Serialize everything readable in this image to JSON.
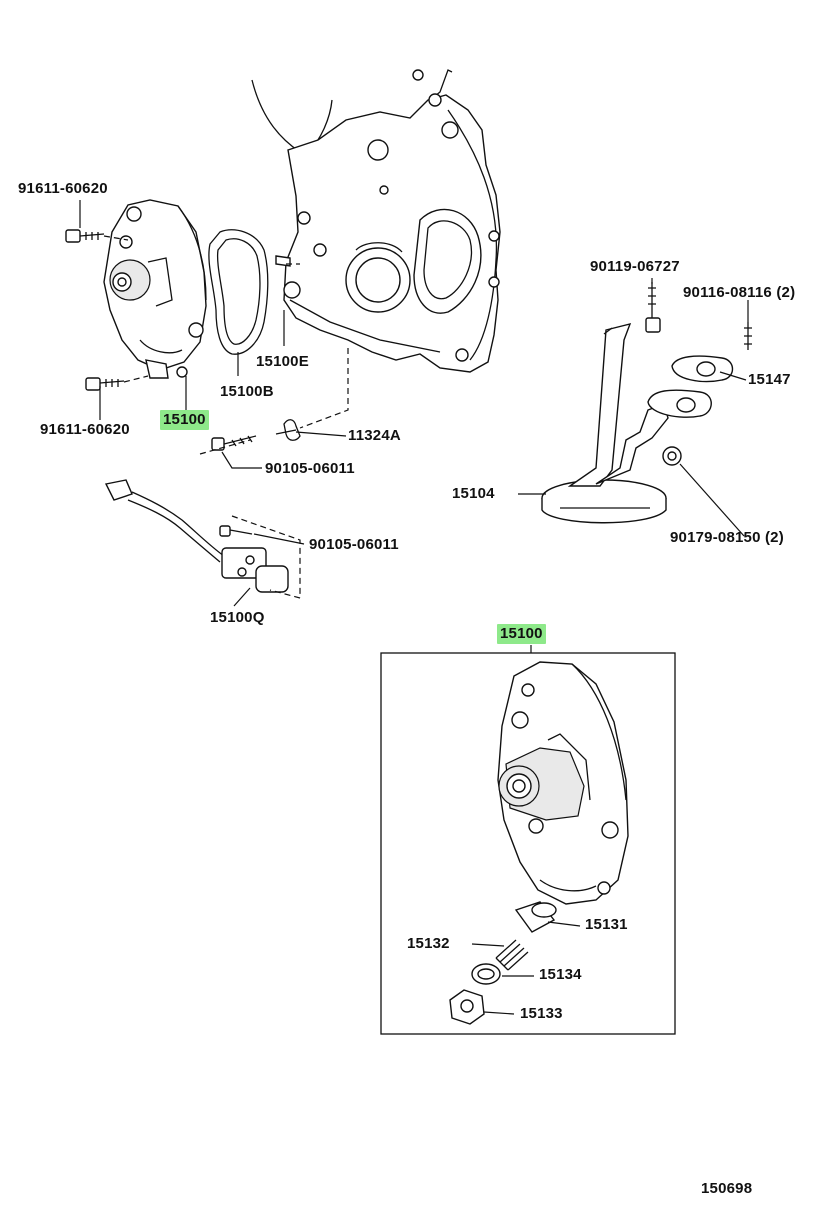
{
  "diagram": {
    "drawing_number": "150698",
    "callouts": [
      {
        "id": "bolt_upper",
        "text": "91611-60620",
        "highlight": false
      },
      {
        "id": "bolt_lower",
        "text": "91611-60620",
        "highlight": false
      },
      {
        "id": "pump_left",
        "text": "15100",
        "highlight": true
      },
      {
        "id": "gasket",
        "text": "15100B",
        "highlight": false
      },
      {
        "id": "cover",
        "text": "15100E",
        "highlight": false
      },
      {
        "id": "clamp",
        "text": "11324A",
        "highlight": false
      },
      {
        "id": "bolt_clamp",
        "text": "90105-06011",
        "highlight": false
      },
      {
        "id": "bolt_sensor",
        "text": "90105-06011",
        "highlight": false
      },
      {
        "id": "sensor",
        "text": "15100Q",
        "highlight": false
      },
      {
        "id": "stud_bolt",
        "text": "90119-06727",
        "highlight": false
      },
      {
        "id": "stud_small",
        "text": "90116-08116 (2)",
        "highlight": false
      },
      {
        "id": "strainer_gasket",
        "text": "15147",
        "highlight": false
      },
      {
        "id": "strainer",
        "text": "15104",
        "highlight": false
      },
      {
        "id": "nut",
        "text": "90179-08150 (2)",
        "highlight": false
      },
      {
        "id": "pump_right",
        "text": "15100",
        "highlight": true
      },
      {
        "id": "piston",
        "text": "15131",
        "highlight": false
      },
      {
        "id": "spring",
        "text": "15132",
        "highlight": false
      },
      {
        "id": "washer",
        "text": "15134",
        "highlight": false
      },
      {
        "id": "plug",
        "text": "15133",
        "highlight": false
      }
    ]
  },
  "colors": {
    "highlight": "#8ee98a",
    "ink": "#111111",
    "background": "#ffffff"
  }
}
